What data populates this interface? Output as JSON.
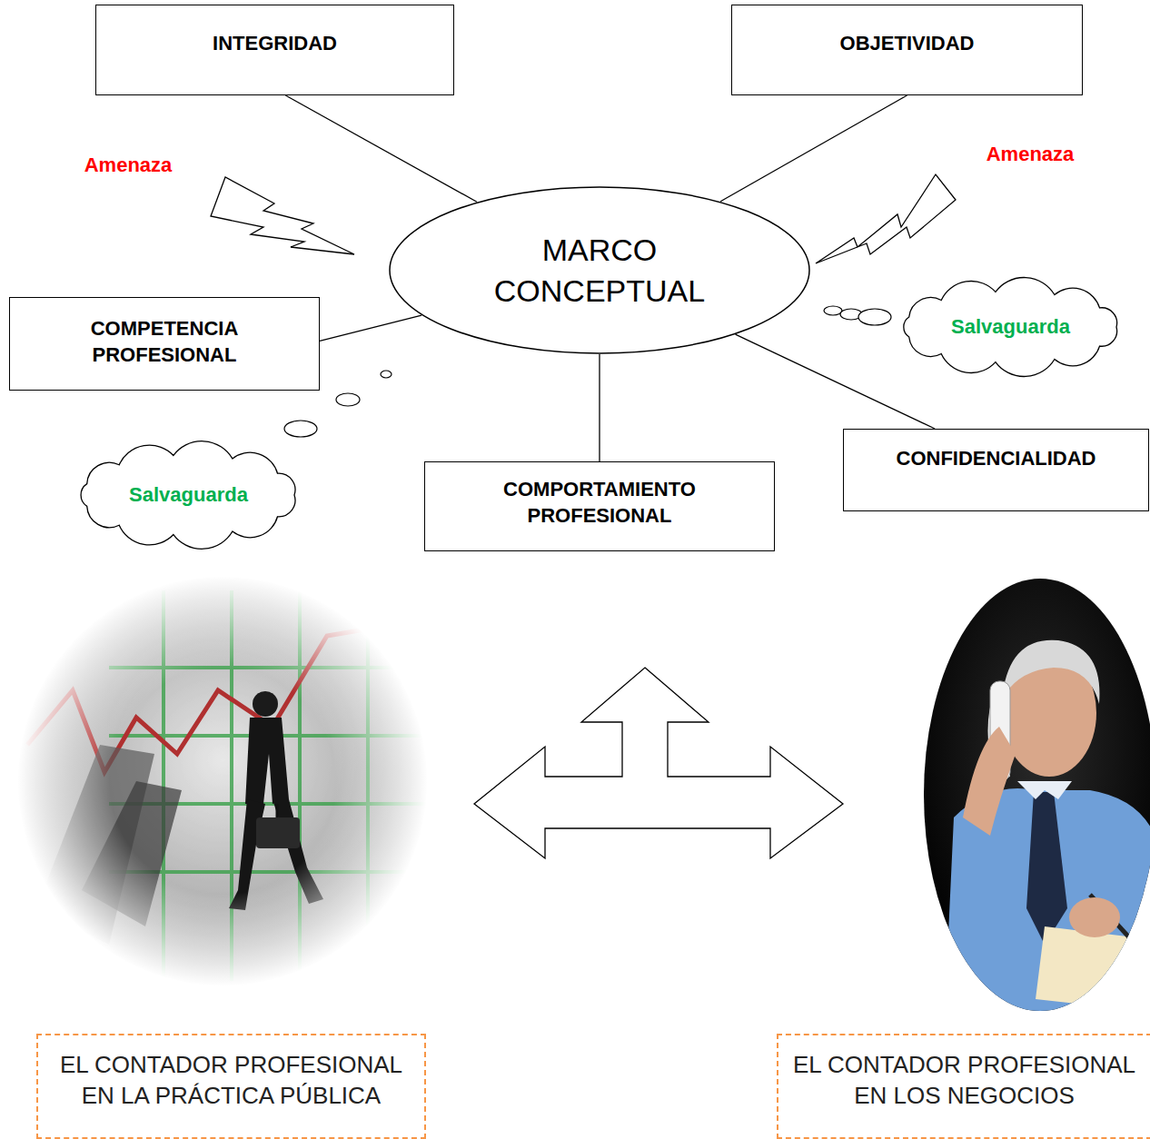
{
  "diagram": {
    "nodes": [
      {
        "text": [
          "INTEGRIDAD"
        ]
      },
      {
        "text": [
          "OBJETIVIDAD"
        ]
      },
      {
        "text": [
          "MARCO CONCEPTUAL"
        ]
      },
      {
        "text": [
          "COMPETENCIA PROFESIONAL"
        ]
      },
      {
        "text": [
          "Salvaguarda"
        ]
      },
      {
        "text": [
          "CONFIDENCIALIDAD"
        ]
      },
      {
        "text": [
          "Salvaguarda"
        ]
      },
      {
        "text": [
          "COMPORTAMIENTO PROFESIONAL"
        ]
      },
      {
        "text": [
          "EL CONTADOR PROFESIONAL EN LA PRÁCTICA PÚBLICA"
        ]
      },
      {
        "text": [
          "EL CONTADOR PROFESIONAL EN LOS NEGOCIOS"
        ]
      }
    ],
    "edges": [
      {
        "from": 2,
        "to": 0,
        "arrow": "none"
      },
      {
        "from": 2,
        "to": 1,
        "arrow": "none"
      },
      {
        "from": 2,
        "to": 3,
        "arrow": "none"
      },
      {
        "from": 2,
        "to": 7,
        "arrow": "none"
      },
      {
        "from": 2,
        "to": 5,
        "arrow": "none"
      }
    ],
    "labels": [
      "Amenaza",
      "Amenaza"
    ]
  }
}
